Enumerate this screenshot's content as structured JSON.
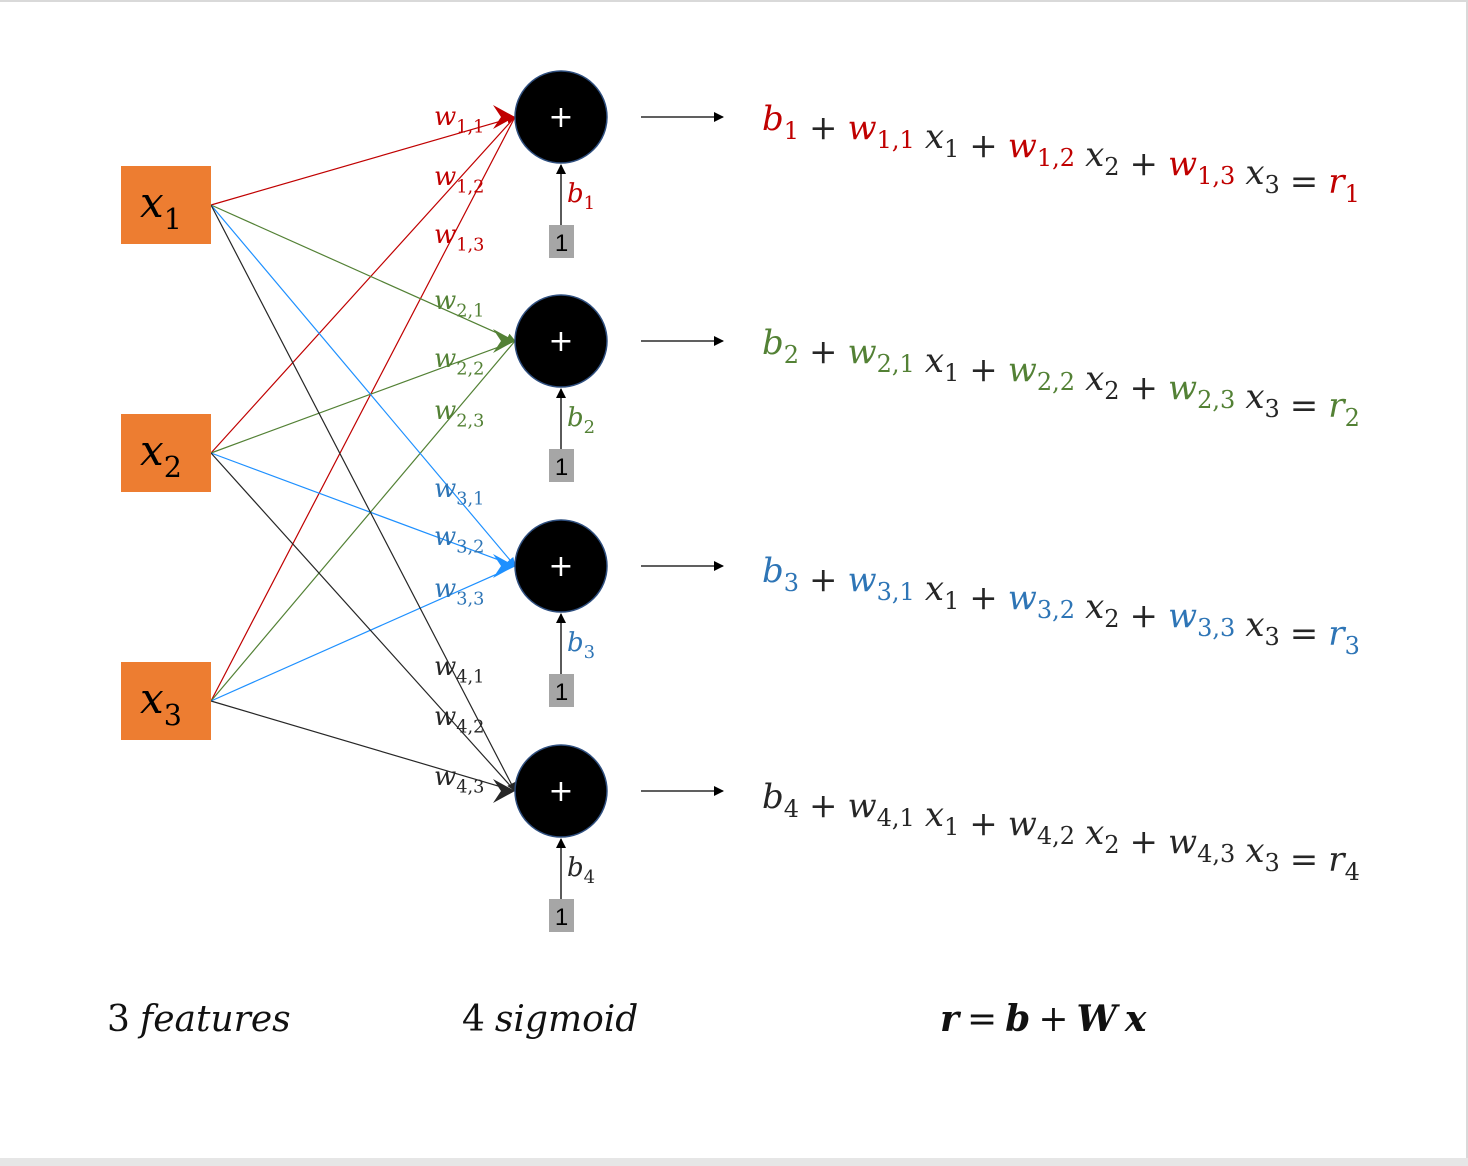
{
  "inputs": [
    {
      "base": "x",
      "sub": "1"
    },
    {
      "base": "x",
      "sub": "2"
    },
    {
      "base": "x",
      "sub": "3"
    }
  ],
  "neurons": [
    {
      "symbol": "+",
      "bias_base": "b",
      "bias_sub": "1",
      "bias_input": "1",
      "color": "#c00000",
      "weight_labels": [
        {
          "base": "w",
          "sub": "1,1"
        },
        {
          "base": "w",
          "sub": "1,2"
        },
        {
          "base": "w",
          "sub": "1,3"
        }
      ]
    },
    {
      "symbol": "+",
      "bias_base": "b",
      "bias_sub": "2",
      "bias_input": "1",
      "color": "#538135",
      "weight_labels": [
        {
          "base": "w",
          "sub": "2,1"
        },
        {
          "base": "w",
          "sub": "2,2"
        },
        {
          "base": "w",
          "sub": "2,3"
        }
      ]
    },
    {
      "symbol": "+",
      "bias_base": "b",
      "bias_sub": "3",
      "bias_input": "1",
      "color": "#2e75b6",
      "weight_labels": [
        {
          "base": "w",
          "sub": "3,1"
        },
        {
          "base": "w",
          "sub": "3,2"
        },
        {
          "base": "w",
          "sub": "3,3"
        }
      ]
    },
    {
      "symbol": "+",
      "bias_base": "b",
      "bias_sub": "4",
      "bias_input": "1",
      "color": "#262626",
      "weight_labels": [
        {
          "base": "w",
          "sub": "4,1"
        },
        {
          "base": "w",
          "sub": "4,2"
        },
        {
          "base": "w",
          "sub": "4,3"
        }
      ]
    }
  ],
  "edge_colors": [
    "#c00000",
    "#538135",
    "#1e90ff",
    "#262626"
  ],
  "equations": [
    {
      "parts": [
        {
          "t": "b",
          "s": "1",
          "c": "accent"
        },
        {
          "t": "+",
          "c": "op"
        },
        {
          "t": "w",
          "s": "1,1",
          "c": "accent"
        },
        {
          "t": "x",
          "s": "1",
          "c": "plain"
        },
        {
          "t": "+",
          "c": "op"
        },
        {
          "t": "w",
          "s": "1,2",
          "c": "accent"
        },
        {
          "t": "x",
          "s": "2",
          "c": "plain"
        },
        {
          "t": "+",
          "c": "op"
        },
        {
          "t": "w",
          "s": "1,3",
          "c": "accent"
        },
        {
          "t": "x",
          "s": "3",
          "c": "plain"
        },
        {
          "t": "=",
          "c": "op"
        },
        {
          "t": "r",
          "s": "1",
          "c": "accent"
        }
      ]
    },
    {
      "parts": [
        {
          "t": "b",
          "s": "2",
          "c": "accent"
        },
        {
          "t": "+",
          "c": "op"
        },
        {
          "t": "w",
          "s": "2,1",
          "c": "accent"
        },
        {
          "t": "x",
          "s": "1",
          "c": "plain"
        },
        {
          "t": "+",
          "c": "op"
        },
        {
          "t": "w",
          "s": "2,2",
          "c": "accent"
        },
        {
          "t": "x",
          "s": "2",
          "c": "plain"
        },
        {
          "t": "+",
          "c": "op"
        },
        {
          "t": "w",
          "s": "2,3",
          "c": "accent"
        },
        {
          "t": "x",
          "s": "3",
          "c": "plain"
        },
        {
          "t": "=",
          "c": "op"
        },
        {
          "t": "r",
          "s": "2",
          "c": "accent"
        }
      ]
    },
    {
      "parts": [
        {
          "t": "b",
          "s": "3",
          "c": "accent"
        },
        {
          "t": "+",
          "c": "op"
        },
        {
          "t": "w",
          "s": "3,1",
          "c": "accent"
        },
        {
          "t": "x",
          "s": "1",
          "c": "plain"
        },
        {
          "t": "+",
          "c": "op"
        },
        {
          "t": "w",
          "s": "3,2",
          "c": "accent"
        },
        {
          "t": "x",
          "s": "2",
          "c": "plain"
        },
        {
          "t": "+",
          "c": "op"
        },
        {
          "t": "w",
          "s": "3,3",
          "c": "accent"
        },
        {
          "t": "x",
          "s": "3",
          "c": "plain"
        },
        {
          "t": "=",
          "c": "op"
        },
        {
          "t": "r",
          "s": "3",
          "c": "accent"
        }
      ]
    },
    {
      "parts": [
        {
          "t": "b",
          "s": "4",
          "c": "accent"
        },
        {
          "t": "+",
          "c": "op"
        },
        {
          "t": "w",
          "s": "4,1",
          "c": "accent"
        },
        {
          "t": "x",
          "s": "1",
          "c": "plain"
        },
        {
          "t": "+",
          "c": "op"
        },
        {
          "t": "w",
          "s": "4,2",
          "c": "accent"
        },
        {
          "t": "x",
          "s": "2",
          "c": "plain"
        },
        {
          "t": "+",
          "c": "op"
        },
        {
          "t": "w",
          "s": "4,3",
          "c": "accent"
        },
        {
          "t": "x",
          "s": "3",
          "c": "plain"
        },
        {
          "t": "=",
          "c": "op"
        },
        {
          "t": "r",
          "s": "4",
          "c": "accent"
        }
      ]
    }
  ],
  "captions": {
    "features_number": "3",
    "features_word": "features",
    "sigmoid_number": "4",
    "sigmoid_word": "sigmoid",
    "formula": [
      {
        "t": "r",
        "c": "bold"
      },
      {
        "t": "=",
        "c": "op"
      },
      {
        "t": "b",
        "c": "bold"
      },
      {
        "t": "+",
        "c": "op"
      },
      {
        "t": "W",
        "c": "bold"
      },
      {
        "t": "x",
        "c": "bold"
      }
    ]
  },
  "colors": {
    "input_box": "#ed7d31",
    "neuron_fill": "#000000",
    "neuron_stroke": "#2f4f7f",
    "bias_box": "#a6a6a6",
    "text_plain": "#262626"
  }
}
